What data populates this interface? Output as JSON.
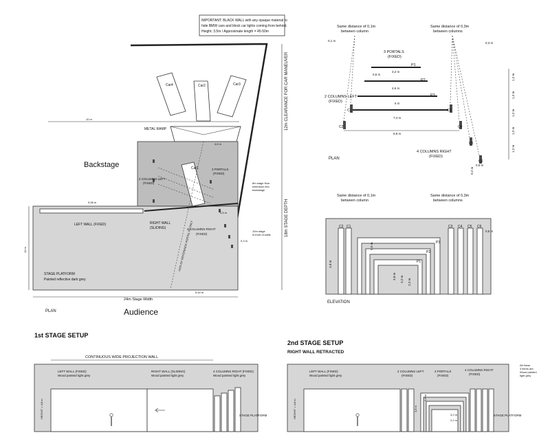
{
  "plan": {
    "important_note": [
      "IMPORTANT: BLACK WALL with any opaque material to",
      "hide BMW cars and block car lights coming from behind.",
      "Height: 3.5m / Approximate length = 45-50m"
    ],
    "car_left": "Car4",
    "car_mid": "Car2",
    "car_right": "Car3",
    "car_center": "Car1",
    "metal_ramp": "METAL RAMP",
    "backstage": "Backstage",
    "two_columns_left": [
      "2 COLUMNS LEFT",
      "(FIXED)"
    ],
    "three_portals": [
      "3 PORTALS",
      "(FIXED)"
    ],
    "left_wall": "LEFT WALL (FIXED)",
    "right_wall": [
      "RIGHT WALL",
      "(SLIDING)"
    ],
    "four_columns_right": [
      "4 COLUMNS RIGHT",
      "(FIXED)"
    ],
    "stage_platform": [
      "STAGE PLATFORM",
      "Painted reflective dark grey"
    ],
    "axis_label": "AXIS OF REFERENCE PORTAL P3 ONLY",
    "ext_note": [
      "8m stage floor",
      "extension into",
      "backstage"
    ],
    "stage_front_note": [
      "10m stage",
      "in front of walls"
    ],
    "clearance": "12m CLEARANCE FOR CAR MANEUVER",
    "stage_depth": "18m STAGE DEPTH",
    "stage_width": "24m Stage Width",
    "audience": "Audience",
    "plan_label": "PLAN",
    "dims": {
      "d10m": "10 m",
      "d4_6": "4,6 m",
      "d8m": "8 m",
      "d18m": "18 m",
      "d9_08": "9,08 m",
      "d0_5": "0,5 m",
      "d2_3": "2,3 m",
      "d4_66": "4,66 m",
      "d2_5": "2,5 m",
      "d0_3": "0,3 m",
      "d5_44": "5,44 m",
      "d3_8": "3,8 m",
      "d10m_b": "10 m"
    }
  },
  "detail_plan": {
    "same_01": [
      "Same distance of 0,1m",
      "between column"
    ],
    "same_03": [
      "Same distance of 0,3m",
      "between columns"
    ],
    "three_portals": [
      "3 PORTALS",
      "(FIXED)"
    ],
    "two_columns_left": [
      "2 COLUMNS LEFT",
      "(FIXED)"
    ],
    "four_columns_right": [
      "4 COLUMNS RIGHT",
      "(FIXED)"
    ],
    "labels": {
      "p1": "P1",
      "p2": "P2",
      "p3": "P3",
      "c1": "C1",
      "c2": "C2",
      "c3": "C3",
      "c4": "C4",
      "c5": "C5",
      "c6": "C6"
    },
    "dims": {
      "d0_1": "0,1 m",
      "d0_3": "0,3 m",
      "d3_2": "3,2 m",
      "d0_5": "0,5 m",
      "d4_6": "4,6 m",
      "d6": "6 m",
      "d7_4": "7,4 m",
      "d8_8": "8,8 m",
      "d1_2": "1,2 m",
      "d0_2": "0,2 m",
      "d0_5b": "0,5 m"
    },
    "plan_label": "PLAN"
  },
  "elevation": {
    "same_01": [
      "Same distance of 0,1m",
      "between column"
    ],
    "same_03": [
      "Same distance of 0,3m",
      "between columns"
    ],
    "labels": {
      "c1": "C1",
      "c2": "C2",
      "c3": "C3",
      "c4": "C4",
      "c5": "C5",
      "c6": "C6",
      "p1": "P1",
      "p2": "P2",
      "p3": "P3"
    },
    "dims": {
      "d4_8": "4,8 m",
      "d0_5": "0,5 m",
      "d3_8": "3,8 m",
      "d3_2": "3,2 m",
      "d2_2": "2,2 m",
      "d0_5b": "0,5 m"
    },
    "elevation_label": "ELEVATION"
  },
  "setup1": {
    "title": "1st STAGE SETUP",
    "proj_wall": "CONTINUOUS WIDE PROJECTION WALL",
    "left_wall": [
      "LEFT WALL (FIXED)",
      "Wood painted light grey"
    ],
    "right_wall": [
      "RIGHT WALL (SLIDING)",
      "Wood painted light grey"
    ],
    "four_columns": [
      "4 COLUMNS RIGHT (FIXED)",
      "Wood painted light grey"
    ],
    "stage_platform": "STAGE PLATFORM",
    "height": "HEIGHT = 4,8 m"
  },
  "setup2": {
    "title": "2nd STAGE SETUP",
    "subtitle": "RIGHT WALL RETRACTED",
    "left_wall": [
      "LEFT WALL (FIXED)",
      "Wood painted light grey"
    ],
    "two_columns": [
      "2 COLUMNS LEFT",
      "(FIXED)"
    ],
    "three_portals": [
      "3 PORTALS",
      "(FIXED)"
    ],
    "four_columns": [
      "4 COLUMNS RIGHT",
      "(FIXED)"
    ],
    "note": [
      "All these",
      "3 items are",
      "Wood painted",
      "light grey"
    ],
    "stage_platform": "STAGE PLATFORM",
    "height": "HEIGHT = 4,8 m",
    "dims": {
      "d4_8": "4,8 m",
      "d3_8": "3,8 m",
      "d3_2": "3,2 m",
      "d2_2": "2,2 m"
    }
  }
}
